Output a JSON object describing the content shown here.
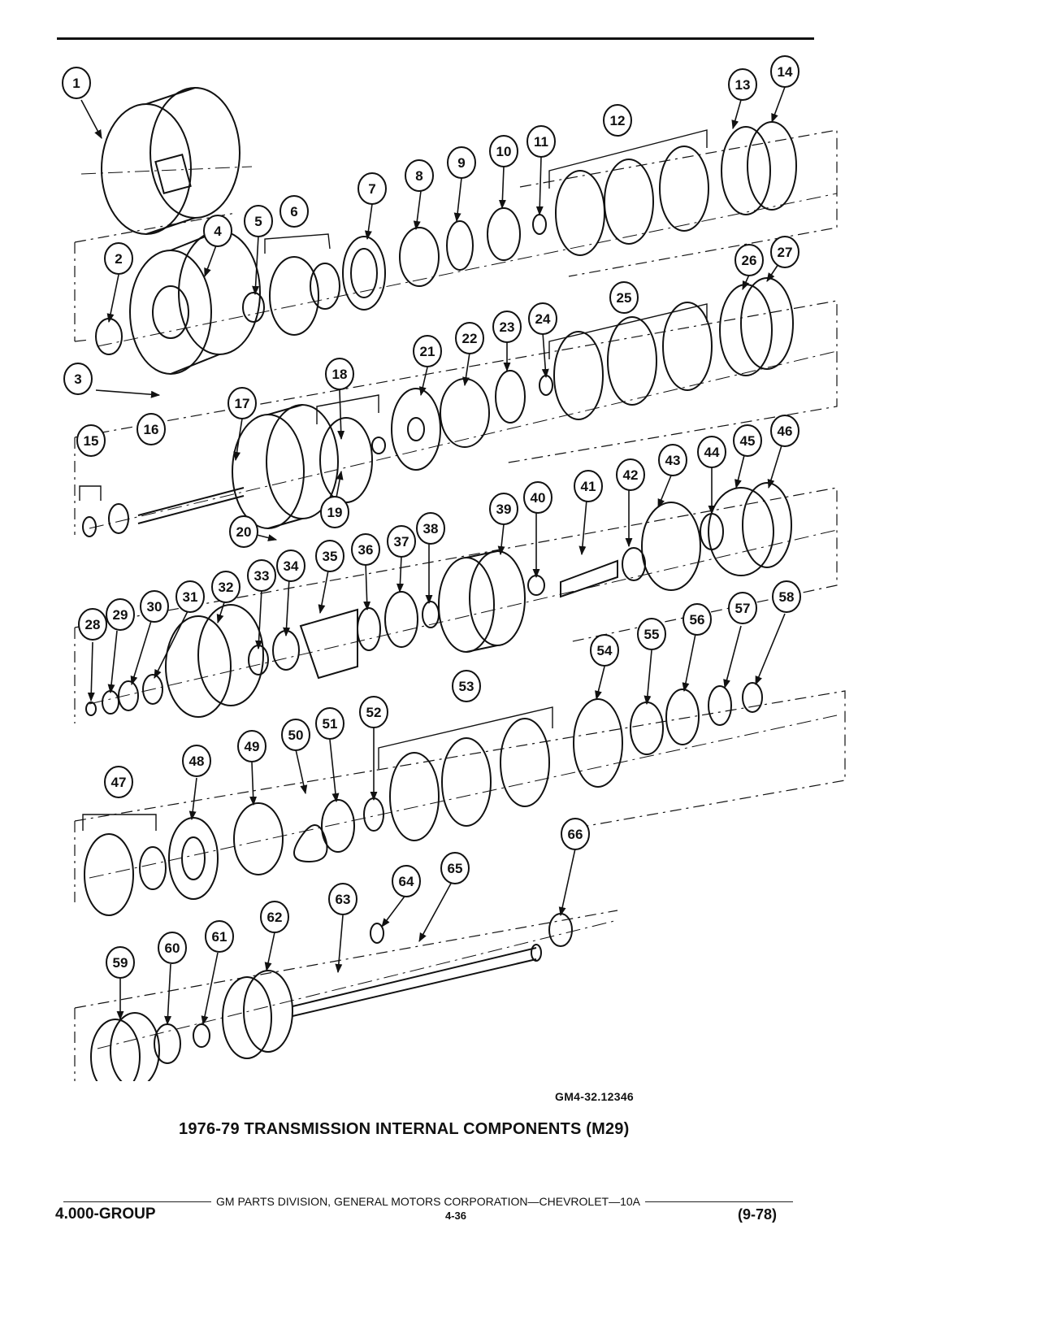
{
  "callouts": [
    "1",
    "2",
    "3",
    "4",
    "5",
    "6",
    "7",
    "8",
    "9",
    "10",
    "11",
    "12",
    "13",
    "14",
    "15",
    "16",
    "17",
    "18",
    "19",
    "20",
    "21",
    "22",
    "23",
    "24",
    "25",
    "26",
    "27",
    "28",
    "29",
    "30",
    "31",
    "32",
    "33",
    "34",
    "35",
    "36",
    "37",
    "38",
    "39",
    "40",
    "41",
    "42",
    "43",
    "44",
    "45",
    "46",
    "47",
    "48",
    "49",
    "50",
    "51",
    "52",
    "53",
    "54",
    "55",
    "56",
    "57",
    "58",
    "59",
    "60",
    "61",
    "62",
    "63",
    "64",
    "65",
    "66"
  ],
  "figure_ref": "GM4-32.12346",
  "figure_title": "1976-79 TRANSMISSION INTERNAL COMPONENTS (M29)",
  "footer": {
    "publisher": "GM PARTS DIVISION, GENERAL MOTORS CORPORATION—CHEVROLET—10A",
    "group": "4.000-GROUP",
    "page": "4-36",
    "date": "(9-78)"
  },
  "colors": {
    "ink": "#111111",
    "paper": "#ffffff"
  }
}
